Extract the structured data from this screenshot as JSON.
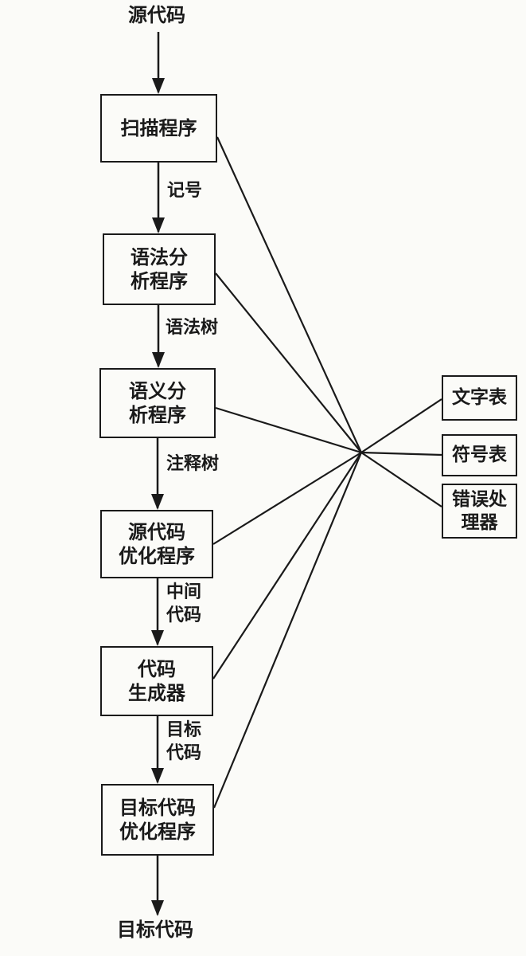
{
  "input_label": "源代码",
  "output_label": "目标代码",
  "stages": [
    {
      "label": "扫描程序"
    },
    {
      "label": "语法分\n析程序"
    },
    {
      "label": "语义分\n析程序"
    },
    {
      "label": "源代码\n优化程序"
    },
    {
      "label": "代码\n生成器"
    },
    {
      "label": "目标代码\n优化程序"
    }
  ],
  "edge_labels": [
    {
      "label": "记号"
    },
    {
      "label": "语法树"
    },
    {
      "label": "注释树"
    },
    {
      "label": "中间\n代码"
    },
    {
      "label": "目标\n代码"
    }
  ],
  "resources": [
    {
      "label": "文字表"
    },
    {
      "label": "符号表"
    },
    {
      "label": "错误处\n理器"
    }
  ]
}
